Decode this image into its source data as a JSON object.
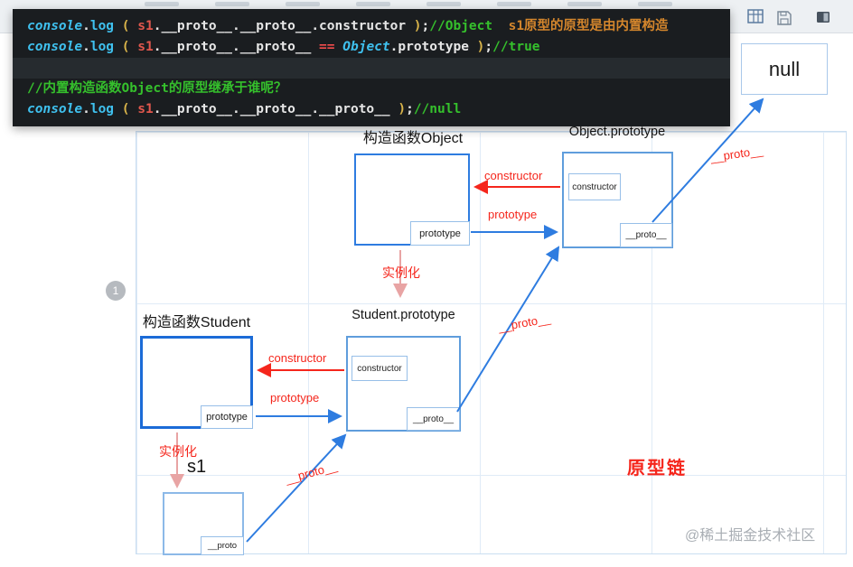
{
  "colors": {
    "accent_blue": "#2e7ce0",
    "label_red": "#f5261c",
    "comment_green": "#35c02c"
  },
  "toolbar": {
    "icons": [
      {
        "name": "table-icon"
      },
      {
        "name": "save-icon"
      },
      {
        "name": "panel-icon"
      }
    ]
  },
  "code_panel": {
    "lines": [
      {
        "tokens": [
          {
            "t": "console",
            "c": "kw"
          },
          {
            "t": ".",
            "c": "plain"
          },
          {
            "t": "log",
            "c": "fn"
          },
          {
            "t": " ( ",
            "c": "paren"
          },
          {
            "t": "s1",
            "c": "var"
          },
          {
            "t": ".__proto__.__proto__.constructor",
            "c": "plain"
          },
          {
            "t": " )",
            "c": "paren"
          },
          {
            "t": ";",
            "c": "plain"
          },
          {
            "t": "//Object",
            "c": "comment"
          },
          {
            "t": "  s1原型的原型是由内置构造",
            "c": "zh"
          }
        ]
      },
      {
        "tokens": [
          {
            "t": "console",
            "c": "kw"
          },
          {
            "t": ".",
            "c": "plain"
          },
          {
            "t": "log",
            "c": "fn"
          },
          {
            "t": " ( ",
            "c": "paren"
          },
          {
            "t": "s1",
            "c": "var"
          },
          {
            "t": ".__proto__.__proto__ ",
            "c": "plain"
          },
          {
            "t": "== ",
            "c": "op"
          },
          {
            "t": "Object",
            "c": "kw"
          },
          {
            "t": ".prototype",
            "c": "plain"
          },
          {
            "t": " )",
            "c": "paren"
          },
          {
            "t": ";",
            "c": "plain"
          },
          {
            "t": "//true",
            "c": "comment"
          }
        ]
      },
      {
        "tokens": [],
        "highlight": true
      },
      {
        "tokens": [
          {
            "t": "//内置构造函数Object的原型继承于谁呢？",
            "c": "comment"
          }
        ]
      },
      {
        "tokens": [
          {
            "t": "console",
            "c": "kw"
          },
          {
            "t": ".",
            "c": "plain"
          },
          {
            "t": "log",
            "c": "fn"
          },
          {
            "t": " ( ",
            "c": "paren"
          },
          {
            "t": "s1",
            "c": "var"
          },
          {
            "t": ".__proto__.__proto__.__proto__",
            "c": "plain"
          },
          {
            "t": " )",
            "c": "paren"
          },
          {
            "t": ";",
            "c": "plain"
          },
          {
            "t": "//null",
            "c": "comment"
          }
        ]
      }
    ]
  },
  "diagram": {
    "null_label": "null",
    "object_constructor": {
      "title": "构造函数Object",
      "prototype": "prototype"
    },
    "object_prototype": {
      "title": "Object.prototype",
      "constructor": "constructor",
      "proto": "__proto__"
    },
    "student_constructor": {
      "title": "构造函数Student",
      "prototype": "prototype"
    },
    "student_prototype": {
      "title": "Student.prototype",
      "constructor": "constructor",
      "proto": "__proto__"
    },
    "s1": {
      "title": "s1",
      "proto": "__proto"
    },
    "arrow_labels": {
      "object_constructor_arrow": "constructor",
      "object_prototype_arrow": "prototype",
      "proto_to_null": "__proto__",
      "instantiate_object": "实例化",
      "student_constructor_arrow": "constructor",
      "student_prototype_arrow": "prototype",
      "proto_to_object_prototype": "__proto__",
      "instantiate_student": "实例化",
      "proto_to_student_prototype": "__proto__"
    },
    "chain_label": "原型链",
    "page_badge": "1",
    "watermark": "@稀土掘金技术社区"
  }
}
